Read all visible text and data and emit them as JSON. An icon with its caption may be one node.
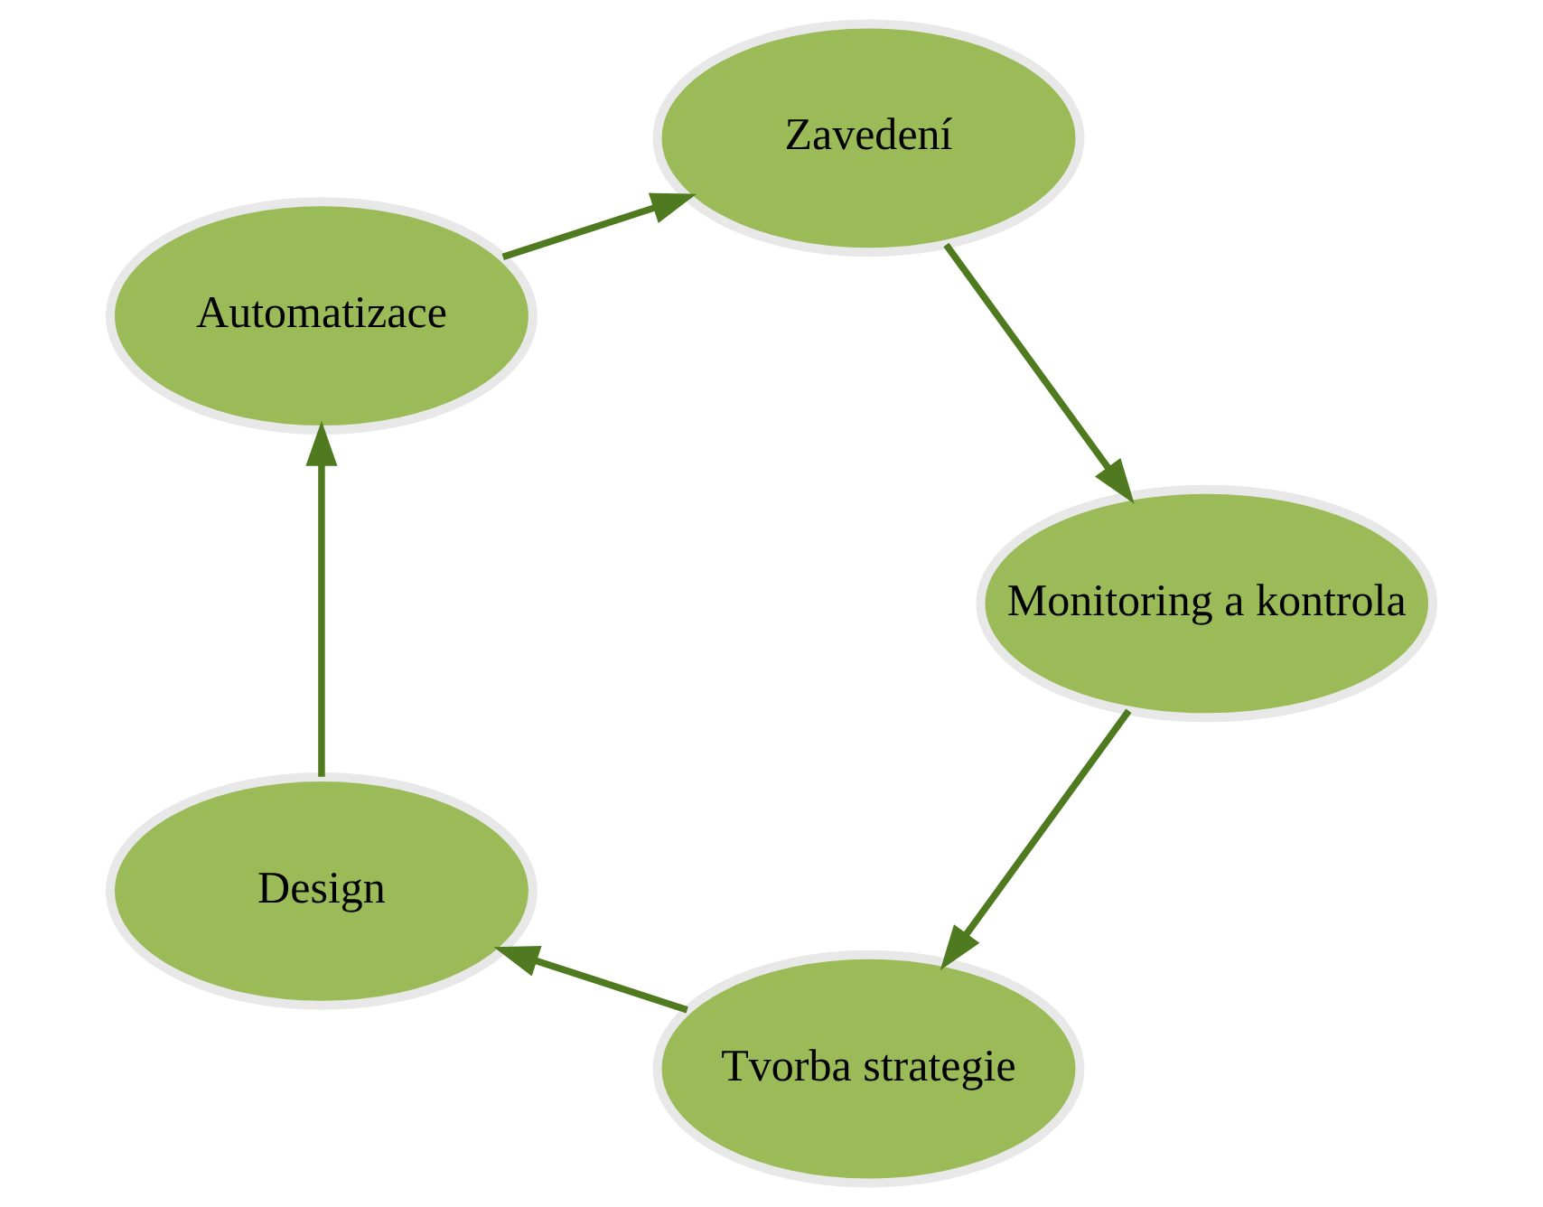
{
  "diagram": {
    "nodes": [
      {
        "text": [
          "Tvorba strategie"
        ]
      },
      {
        "text": [
          "Design"
        ]
      },
      {
        "text": [
          "Automatizace"
        ]
      },
      {
        "text": [
          "Zavedení"
        ]
      },
      {
        "text": [
          "Monitoring a kontrola"
        ]
      }
    ],
    "edges": [
      {
        "from": 0,
        "to": 1,
        "arrow": "to"
      },
      {
        "from": 1,
        "to": 2,
        "arrow": "to"
      },
      {
        "from": 2,
        "to": 3,
        "arrow": "to"
      },
      {
        "from": 3,
        "to": 4,
        "arrow": "to"
      },
      {
        "from": 4,
        "to": 0,
        "arrow": "to"
      }
    ]
  }
}
